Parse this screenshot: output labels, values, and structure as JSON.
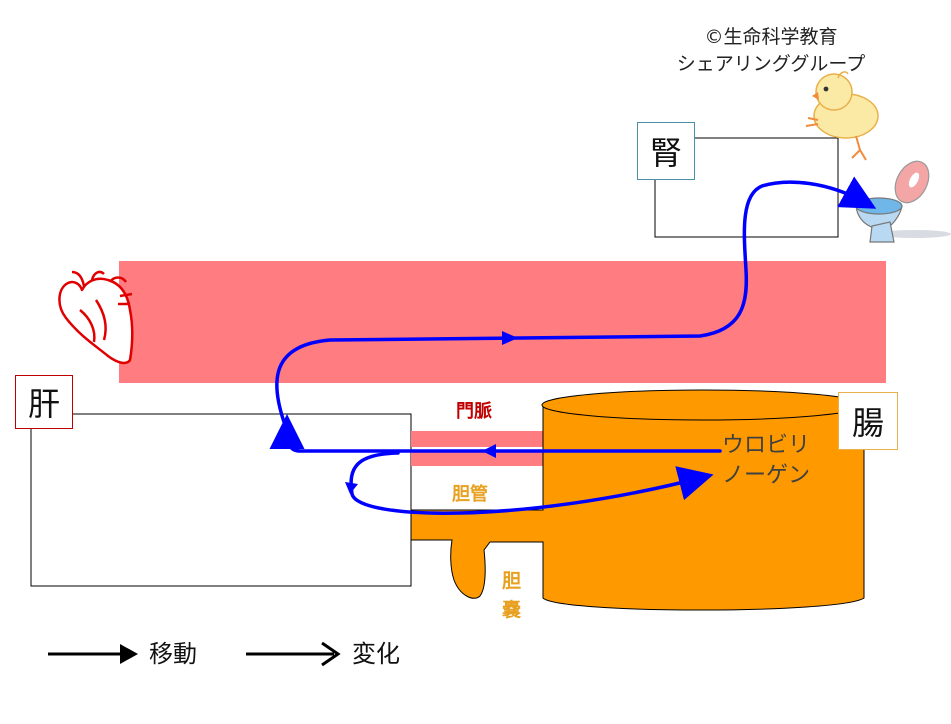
{
  "copyright": {
    "line1": "©生命科学教育",
    "line2": "シェアリンググループ"
  },
  "organs": {
    "liver": "肝",
    "kidney": "腎",
    "intestine": "腸"
  },
  "vessels": {
    "portal_vein": "門脈",
    "bile_duct": "胆管",
    "gallbladder_1": "胆",
    "gallbladder_2": "嚢"
  },
  "substance": {
    "line1": "ウロビリ",
    "line2": "ノーゲン"
  },
  "legend": {
    "move": "移動",
    "change": "変化"
  },
  "colors": {
    "blood_vessel": "#ff7c80",
    "intestine": "#ff9900",
    "arrow": "#0000ff",
    "portal_label": "#c00000",
    "bile_label": "#e8a020",
    "heart": "#e00000"
  },
  "icons": [
    "heart-icon",
    "chick-icon",
    "toilet-icon"
  ]
}
